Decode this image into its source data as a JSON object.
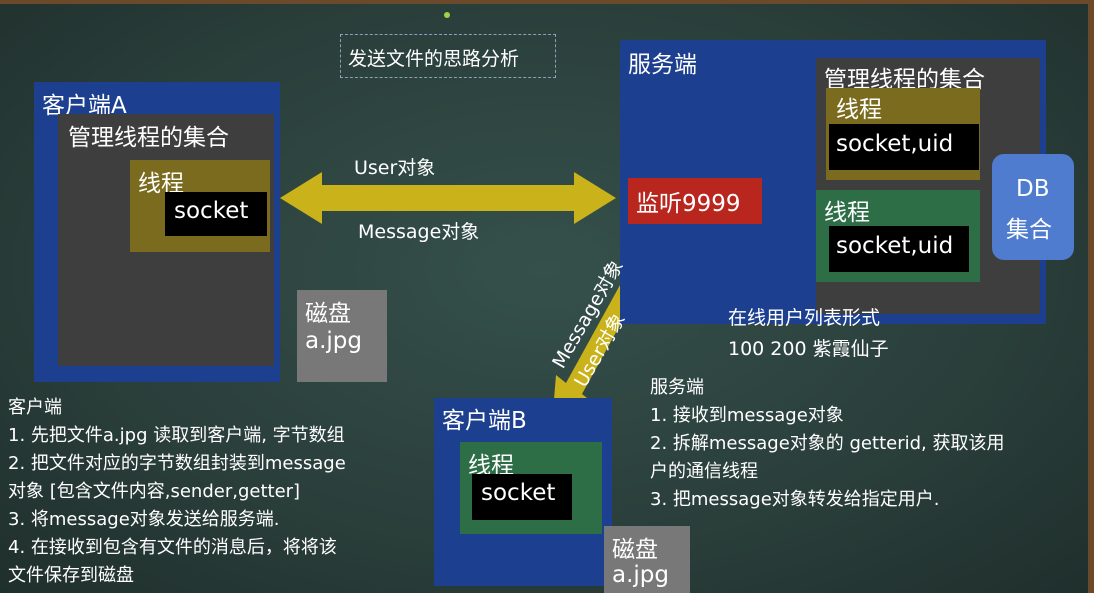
{
  "title": "发送文件的思路分析",
  "client_a": {
    "label": "客户端A",
    "manager_label": "管理线程的集合",
    "thread_label": "线程",
    "socket_label": "socket",
    "disk_label": "磁盘",
    "disk_file": "a.jpg"
  },
  "arrow_labels": {
    "user": "User对象",
    "message": "Message对象"
  },
  "diag_labels": {
    "message": "Message对象",
    "user": "User对象"
  },
  "server": {
    "label": "服务端",
    "listen_label": "监听9999",
    "manager_label": "管理线程的集合",
    "thread1_label": "线程",
    "socket1_label": "socket,uid",
    "thread2_label": "线程",
    "socket2_label": "socket,uid",
    "db_line1": "DB",
    "db_line2": "集合",
    "online_title": "在线用户列表形式",
    "online_users": "100  200  紫霞仙子"
  },
  "client_b": {
    "label": "客户端B",
    "thread_label": "线程",
    "socket_label": "socket",
    "disk_label": "磁盘",
    "disk_file": "a.jpg"
  },
  "client_notes": [
    "客户端",
    "1. 先把文件a.jpg 读取到客户端, 字节数组",
    "2. 把文件对应的字节数组封装到message",
    "对象 [包含文件内容,sender,getter]",
    "3. 将message对象发送给服务端.",
    "4. 在接收到包含有文件的消息后，将将该",
    "文件保存到磁盘"
  ],
  "server_notes": [
    "服务端",
    "1. 接收到message对象",
    "2. 拆解message对象的 getterid, 获取该用",
    "户的通信线程",
    "3. 把message对象转发给指定用户."
  ],
  "colors": {
    "background": "#2b3f3b",
    "blue_box": "#1c3f8f",
    "gray_box": "#3e3e3e",
    "olive_box": "#7b6b1e",
    "green_box": "#2d6e47",
    "listen_red": "#b8261e",
    "db_blue": "#4f7ccf",
    "arrow_yellow": "#c9b21a"
  }
}
